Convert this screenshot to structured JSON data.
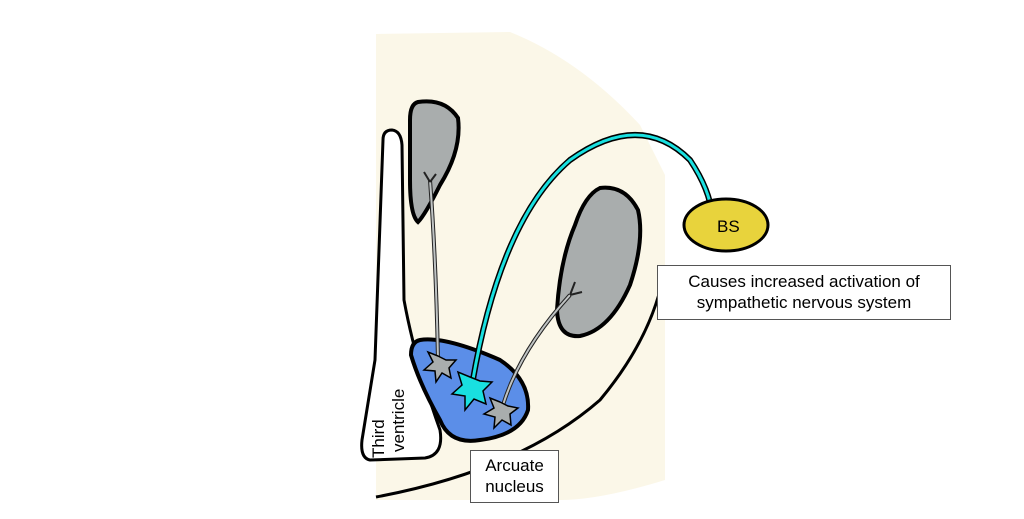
{
  "labels": {
    "third_ventricle_line1": "Third",
    "third_ventricle_line2": "ventricle",
    "arcuate_line1": "Arcuate",
    "arcuate_line2": "nucleus",
    "bs": "BS",
    "caption_line1": "Causes increased activation of",
    "caption_line2": "sympathetic nervous system"
  },
  "colors": {
    "tissue": "#fbf7e8",
    "gray_nucleus": "#a9adad",
    "arcuate": "#5b8ee8",
    "highlight_neuron": "#19e0e0",
    "brainstem": "#e8d33c",
    "outline": "#000000"
  }
}
